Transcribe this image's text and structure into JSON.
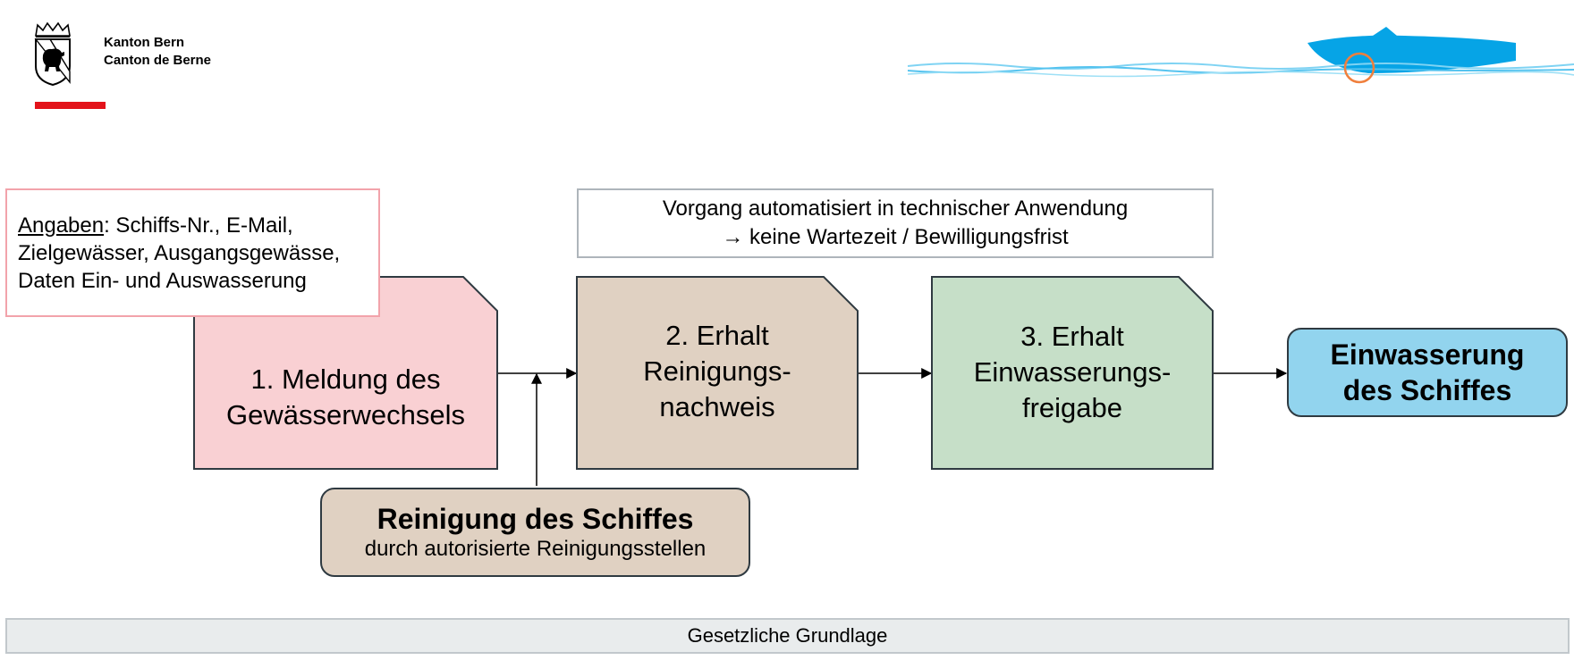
{
  "header": {
    "org_name_de": "Kanton Bern",
    "org_name_fr": "Canton de Berne",
    "logo_icon": "bern-bear-coat-of-arms-icon",
    "boat_icon": "motorboat-on-water-icon",
    "accent_color": "#e3131a"
  },
  "info_box": {
    "label": "Angaben",
    "text": ": Schiffs-Nr., E-Mail, Zielgewässer, Ausgangsgewässe, Daten Ein- und Auswasserung"
  },
  "auto_box": {
    "line1": "Vorgang automatisiert in technischer Anwendung",
    "line2": "→ keine Wartezeit / Bewilligungsfrist"
  },
  "steps": [
    {
      "label": "1. Meldung des\nGewässerwechsels",
      "fill": "#f9d0d3"
    },
    {
      "label": "2. Erhalt\nReinigungs-\nnachweis",
      "fill": "#e0d1c2"
    },
    {
      "label": "3. Erhalt\nEinwasserungs-\nfreigabe",
      "fill": "#c6dfc8"
    }
  ],
  "cleaning": {
    "title": "Reinigung des Schiffes",
    "subtitle": "durch autorisierte Reinigungsstellen"
  },
  "final_step": {
    "label": "Einwasserung\ndes Schiffes"
  },
  "footer": {
    "label": "Gesetzliche Grundlage"
  }
}
